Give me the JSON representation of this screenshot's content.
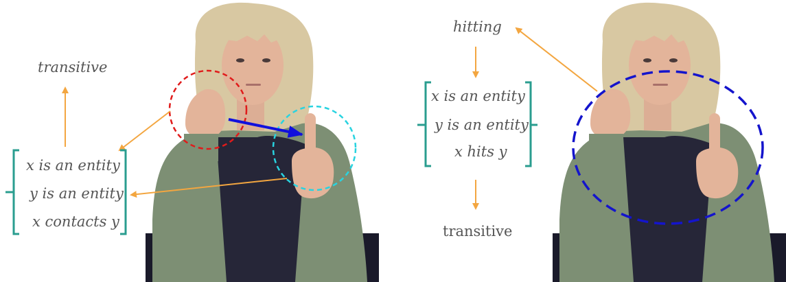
{
  "left_panel": {
    "top_label": "transitive",
    "bracket_lines": [
      "x is an entity",
      "y is an entity",
      "x contacts y"
    ]
  },
  "right_panel": {
    "top_label": "hitting",
    "bracket_lines": [
      "x is an entity",
      "y is an entity",
      "x hits y"
    ],
    "bottom_label": "transitive"
  },
  "colors": {
    "arrow_orange": "#f3a640",
    "bracket_teal": "#2a9d8f",
    "red_circle": "#e01b1b",
    "cyan_circle": "#29d3e0",
    "blue_arrow": "#1010dd",
    "blue_ellipse": "#1414cc",
    "jacket": "#7d8f74",
    "shirt": "#262638",
    "hair": "#d8c8a2",
    "skin": "#e3b49a"
  },
  "icons": [
    "signer-photo",
    "fist-handshape",
    "index-finger-handshape"
  ]
}
